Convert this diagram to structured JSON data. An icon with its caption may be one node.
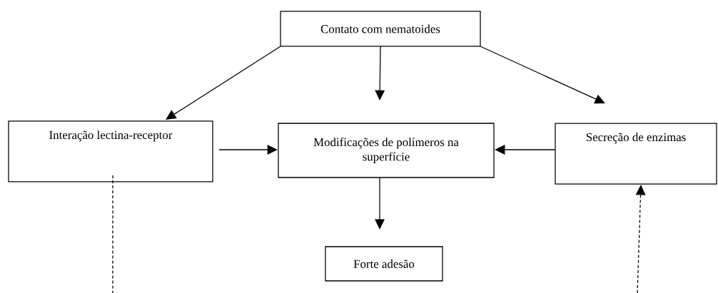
{
  "diagram": {
    "nodes": [
      {
        "text": [
          "Contato com nematoides"
        ]
      },
      {
        "text": [
          "Interação lectina-receptor"
        ]
      },
      {
        "text": [
          "Modificações de polímeros na superfície"
        ]
      },
      {
        "text": [
          "Secreção de enzimas"
        ]
      },
      {
        "text": [
          "Forte adesão"
        ]
      }
    ],
    "edges": [
      {
        "from": 0,
        "to": 1,
        "arrow": "to"
      },
      {
        "from": 0,
        "to": 2,
        "arrow": "to"
      },
      {
        "from": 0,
        "to": 3,
        "arrow": "to"
      },
      {
        "from": 1,
        "to": 2,
        "arrow": "to"
      },
      {
        "from": 3,
        "to": 2,
        "arrow": "to"
      },
      {
        "from": 2,
        "to": 4,
        "arrow": "to"
      },
      {
        "from": 1,
        "to": null,
        "arrow": "none",
        "style": "dashed"
      },
      {
        "from": null,
        "to": 3,
        "arrow": "to",
        "style": "dashed"
      }
    ]
  }
}
